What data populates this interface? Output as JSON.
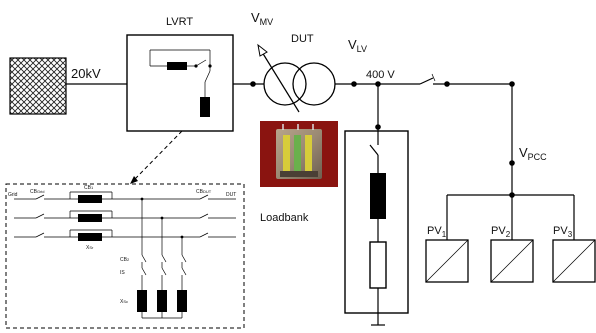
{
  "diagram": {
    "grid_voltage": "20kV",
    "lvrt": {
      "title": "LVRT"
    },
    "dut": {
      "title": "DUT"
    },
    "v_mv": {
      "main": "V",
      "sub": "MV"
    },
    "v_lv": {
      "main": "V",
      "sub": "LV"
    },
    "v_pcc": {
      "main": "V",
      "sub": "PCC"
    },
    "bus_voltage": "400 V",
    "loadbank": "Loadbank",
    "pv_units": [
      {
        "main": "PV",
        "sub": "1"
      },
      {
        "main": "PV",
        "sub": "2"
      },
      {
        "main": "PV",
        "sub": "3"
      }
    ],
    "detail": {
      "cb_grid": {
        "main": "CB",
        "sub": "Grid"
      },
      "cb1": {
        "main": "CB",
        "sub": "1"
      },
      "cb_dut": {
        "main": "CB",
        "sub": "DUT"
      },
      "grid": "Grid",
      "out": "DUT",
      "x_short": {
        "main": "X",
        "sub": "Sr"
      },
      "cb2": {
        "main": "CB",
        "sub": "2"
      },
      "is": "IS",
      "x_sc": {
        "main": "X",
        "sub": "Sc"
      }
    }
  }
}
